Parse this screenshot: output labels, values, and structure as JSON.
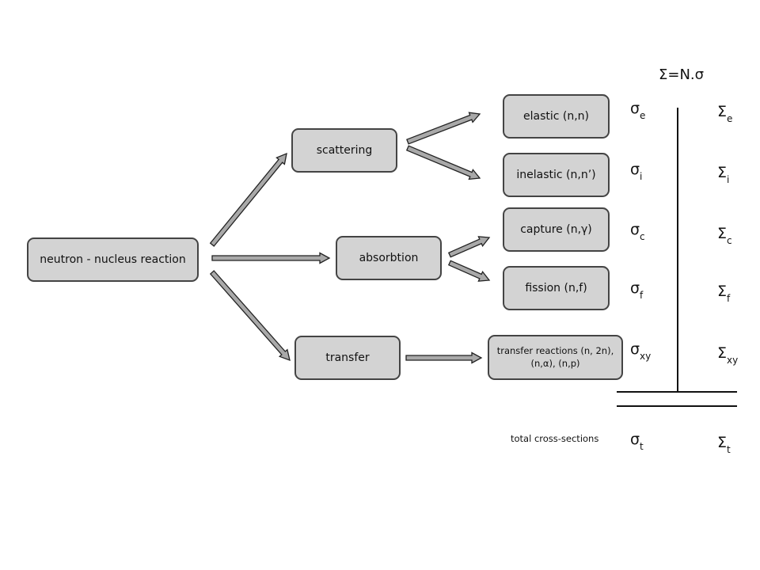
{
  "nodes": {
    "reaction": "neutron - nucleus reaction",
    "scattering": "scattering",
    "absorption": "absorbtion",
    "transfer": "transfer",
    "elastic": "elastic (n,n)",
    "inelastic": "inelastic (n,n’)",
    "capture": "capture (n,γ)",
    "fission": "fission (n,f)",
    "transfer_reactions": "transfer reactions (n, 2n), (n,α), (n,p)"
  },
  "formula": "Σ=N.σ",
  "micro_symbol": "σ",
  "macro_symbol": "Σ",
  "subscripts": {
    "elastic": "e",
    "inelastic": "i",
    "capture": "c",
    "fission": "f",
    "transfer": "xy",
    "total": "t"
  },
  "total_label": "total cross-sections",
  "colors": {
    "box_fill": "#d3d3d3",
    "box_border": "#444444",
    "arrow_fill": "#a9a9a9",
    "arrow_stroke": "#222222",
    "line": "#111111"
  }
}
